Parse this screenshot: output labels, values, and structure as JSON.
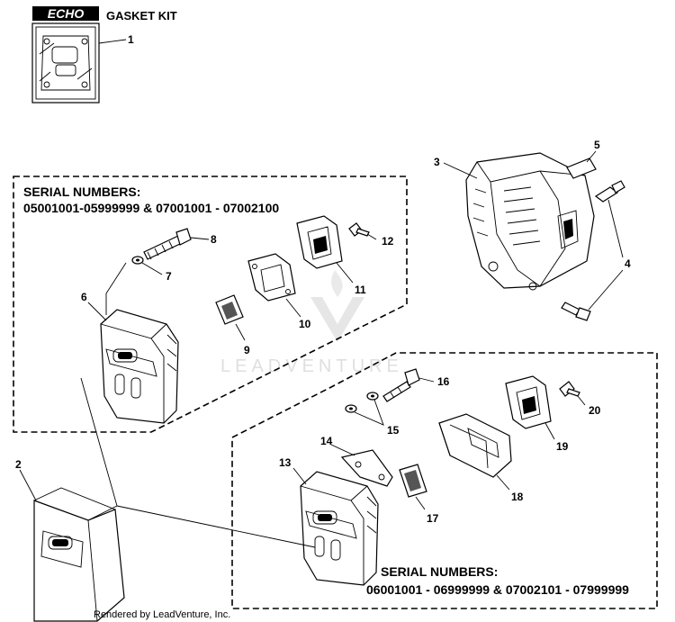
{
  "logo": {
    "text": "ECHO"
  },
  "gasket_kit": {
    "title": "GASKET KIT"
  },
  "serial_groups": [
    {
      "heading": "SERIAL NUMBERS:",
      "range": "05001001-05999999 & 07001001 - 07002100"
    },
    {
      "heading": "SERIAL NUMBERS:",
      "range": "06001001 - 06999999 & 07002101 - 07999999"
    }
  ],
  "callouts": [
    "1",
    "2",
    "3",
    "4",
    "5",
    "6",
    "7",
    "8",
    "9",
    "10",
    "11",
    "12",
    "13",
    "14",
    "15",
    "16",
    "17",
    "18",
    "19",
    "20"
  ],
  "watermark": {
    "brand": "LEADVENTURE"
  },
  "footer": {
    "credit": "Rendered by LeadVenture, Inc."
  }
}
